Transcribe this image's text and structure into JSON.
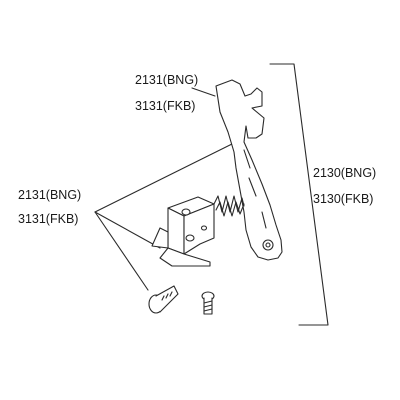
{
  "labels": {
    "upper_bng": "2131(BNG)",
    "upper_fkb": "3131(FKB)",
    "left_bng": "2131(BNG)",
    "left_fkb": "3131(FKB)",
    "right_bng": "2130(BNG)",
    "right_fkb": "3130(FKB)"
  },
  "colors": {
    "line": "#2b2b2b",
    "fill": "#ffffff"
  }
}
